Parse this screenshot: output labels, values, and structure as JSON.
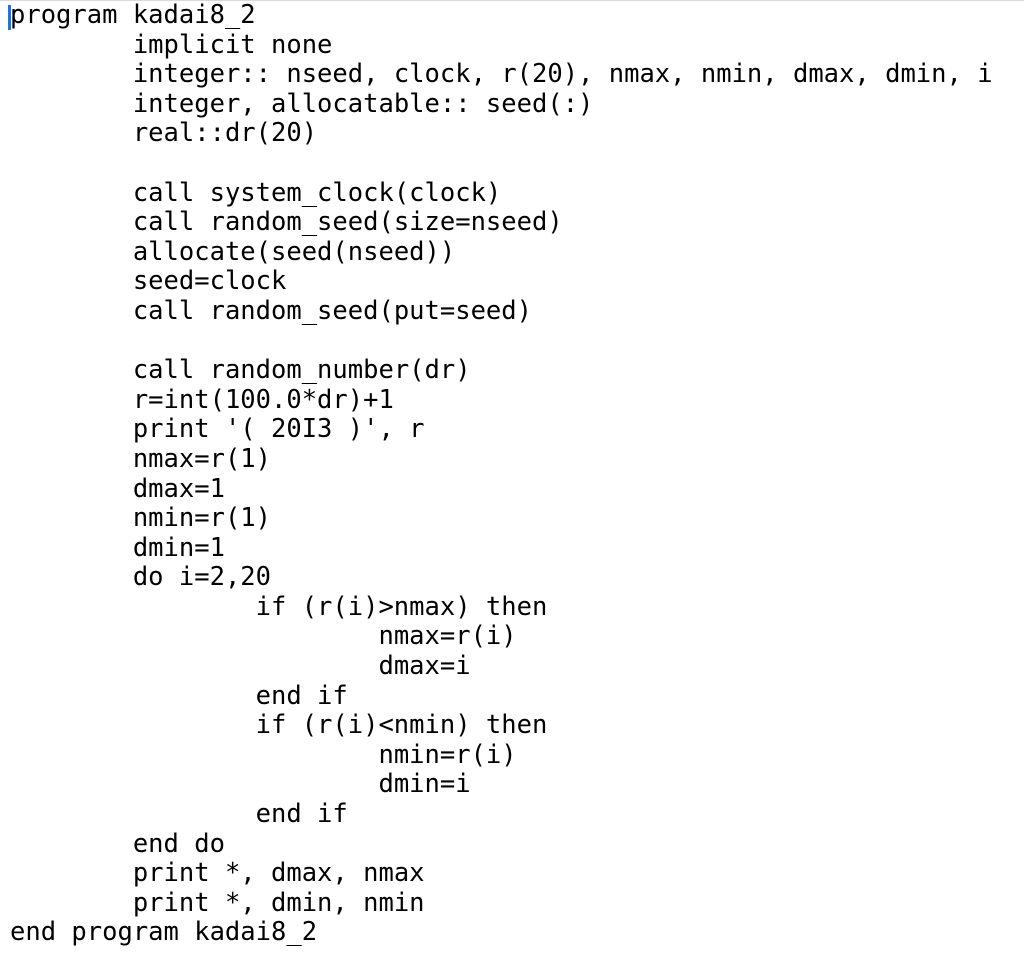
{
  "editor": {
    "lines": [
      "program kadai8_2",
      "\timplicit none",
      "\tinteger:: nseed, clock, r(20), nmax, nmin, dmax, dmin, i",
      "\tinteger, allocatable:: seed(:)",
      "\treal::dr(20)",
      "",
      "\tcall system_clock(clock)",
      "\tcall random_seed(size=nseed)",
      "\tallocate(seed(nseed))",
      "\tseed=clock",
      "\tcall random_seed(put=seed)",
      "",
      "\tcall random_number(dr)",
      "\tr=int(100.0*dr)+1",
      "\tprint '( 20I3 )', r",
      "\tnmax=r(1)",
      "\tdmax=1",
      "\tnmin=r(1)",
      "\tdmin=1",
      "\tdo i=2,20",
      "\t\tif (r(i)>nmax) then",
      "\t\t\tnmax=r(i)",
      "\t\t\tdmax=i",
      "\t\tend if",
      "\t\tif (r(i)<nmin) then",
      "\t\t\tnmin=r(i)",
      "\t\t\tdmin=i",
      "\t\tend if",
      "\tend do",
      "\tprint *, dmax, nmax",
      "\tprint *, dmin, nmin",
      "end program kadai8_2"
    ]
  }
}
